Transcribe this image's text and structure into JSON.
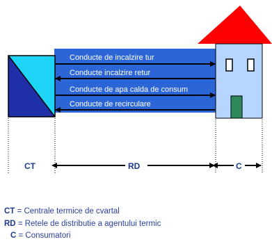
{
  "pipes": [
    {
      "label": "Conducte de incalzire tur",
      "direction": "right"
    },
    {
      "label": "Conducte incalzire retur",
      "direction": "left"
    },
    {
      "label": "Conducte de apa calda de consum",
      "direction": "right"
    },
    {
      "label": "Conducte de recirculare",
      "direction": "left"
    }
  ],
  "segments": {
    "ct": "CT",
    "rd": "RD",
    "c": "C"
  },
  "legend": [
    {
      "abbr": "CT",
      "text": " = Centrale termice de cvartal"
    },
    {
      "abbr": "RD",
      "text": " = Retele de distributie a agentului termic"
    },
    {
      "abbr": "C",
      "text": " = Consumatori"
    }
  ],
  "colors": {
    "pipe_band": "#2c66d6",
    "ct_light": "#1fd5f7",
    "ct_dark": "#1f2fa8",
    "roof": "#ff0000",
    "house_wall": "#b6d6ff",
    "door": "#2e8a5a",
    "text_blue": "#1f3a93"
  }
}
